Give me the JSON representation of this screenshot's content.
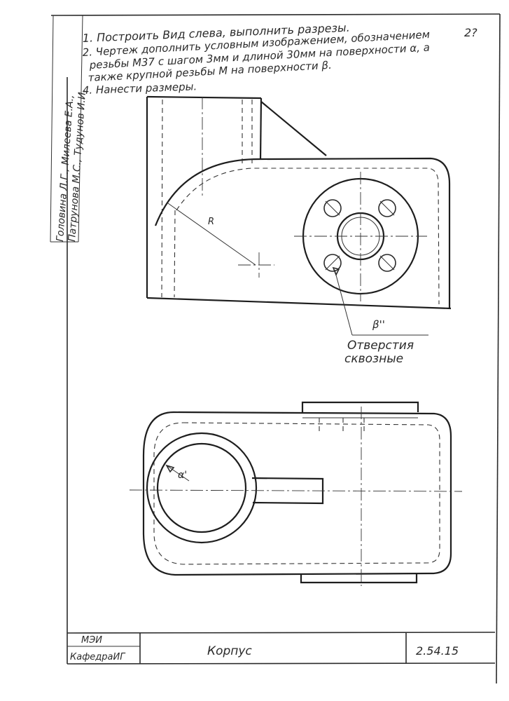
{
  "task": {
    "lines": [
      "1. Построить   Вид слева, выполнить разрезы.",
      "2. Чертеж дополнить условным изображением, обозначением",
      "резьбы М37 с шагом 3мм и длиной 30мм на поверхности α, а",
      "также крупной резьбы М на поверхности β.",
      "4. Нанести   размеры."
    ],
    "sheet_number": "2?"
  },
  "authors": {
    "line1": "Головина Л.Г., Милеева Е.А.,",
    "line2": "Патрунова М.С., Тудунов И.И."
  },
  "drawing": {
    "radius_label": "R",
    "beta_label": "β''",
    "alpha_label": "α'",
    "holes_note_line1": "Отверстия",
    "holes_note_line2": "сквозные"
  },
  "title_block": {
    "org": "МЭИ",
    "dept": "КафедраИГ",
    "part_name": "Корпус",
    "code": "2.54.15"
  }
}
